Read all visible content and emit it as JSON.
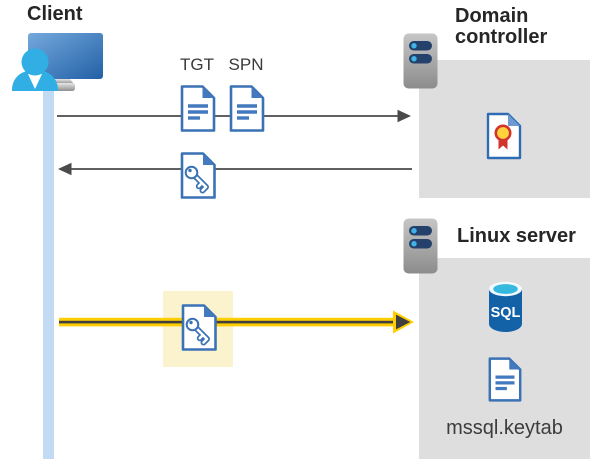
{
  "client": {
    "label": "Client"
  },
  "flow": {
    "tgt_label": "TGT",
    "spn_label": "SPN"
  },
  "domain_controller": {
    "label": "Domain controller"
  },
  "linux_server": {
    "label": "Linux server",
    "sql_text": "SQL",
    "keytab_label": "mssql.keytab"
  },
  "icons": {
    "client": "user-at-computer-icon",
    "domain_controller": "server-icon",
    "linux_server": "server-icon",
    "tgt": "document-icon",
    "spn": "document-icon",
    "service_ticket": "key-document-icon",
    "certificate": "certificate-icon",
    "database": "sql-database-icon",
    "keytab_file": "document-icon"
  },
  "colors": {
    "timeline_blue": "#C3DAF4",
    "zone_gray": "#DEDEDE",
    "highlight_yellow": "#FBF2CE",
    "arrow_gray": "#4A4A4A",
    "arrow_yellow": "#FFCE00",
    "doc_border_blue": "#3A72B5",
    "person_cyan": "#31AEE4",
    "server_pill_navy": "#24416B",
    "sql_body_blue": "#1362A7",
    "cert_ribbon_red": "#D0342C",
    "cert_seal_yellow": "#FFD23E",
    "label_text": "#262626"
  }
}
